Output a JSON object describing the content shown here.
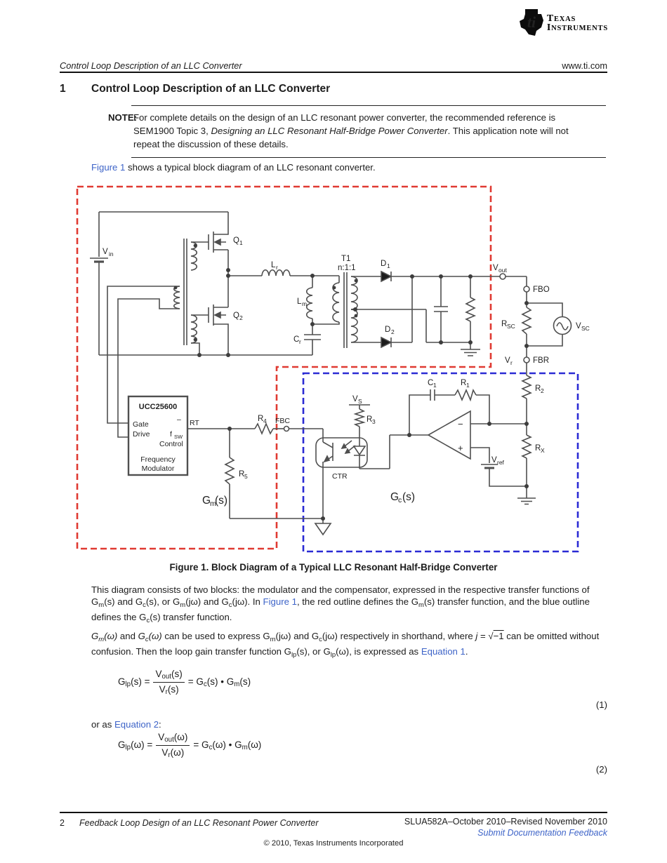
{
  "header": {
    "running_title": "Control Loop Description of an LLC Converter",
    "site": "www.ti.com"
  },
  "logo": {
    "line1": "TEXAS",
    "line2": "INSTRUMENTS",
    "bug": "ti"
  },
  "section": {
    "number": "1",
    "title": "Control Loop Description of an LLC Converter"
  },
  "note": {
    "label": "NOTE:",
    "segs": [
      {
        "t": "For complete details on the design of an LLC resonant power converter, the recommended reference is SEM1900 Topic 3, "
      },
      {
        "t": "Designing an LLC Resonant Half-Bridge Power Converter",
        "s": "i"
      },
      {
        "t": ". This application note will not repeat the discussion of these details."
      }
    ]
  },
  "intro_segs": [
    {
      "t": "Figure 1",
      "s": "link"
    },
    {
      "t": " shows a typical block diagram of an LLC resonant converter."
    }
  ],
  "figure_caption": "Figure 1. Block Diagram of a Typical LLC Resonant Half-Bridge Converter",
  "colors": {
    "red_outline": "#E03A32",
    "blue_outline": "#2B2BD4",
    "wire": "#4F4F4F",
    "link": "#3E64C8"
  },
  "circuit": {
    "vin": {
      "m": "V",
      "s": "in"
    },
    "q1": {
      "m": "Q",
      "s": "1"
    },
    "q2": {
      "m": "Q",
      "s": "2"
    },
    "lr": {
      "m": "L",
      "s": "r"
    },
    "lm": {
      "m": "L",
      "s": "m"
    },
    "cr": {
      "m": "C",
      "s": "r"
    },
    "t1": "T1",
    "ratio": "n:1:1",
    "d1": {
      "m": "D",
      "s": "1"
    },
    "d2": {
      "m": "D",
      "s": "2"
    },
    "vout": {
      "m": "V",
      "s": "out"
    },
    "fbo": "FBO",
    "rsc": {
      "m": "R",
      "s": "SC"
    },
    "vsc": {
      "m": "V",
      "s": "SC"
    },
    "fbr": "FBR",
    "vr": {
      "m": "V",
      "s": "r"
    },
    "r2": {
      "m": "R",
      "s": "2"
    },
    "rx": {
      "m": "R",
      "s": "X"
    },
    "c1": {
      "m": "C",
      "s": "1"
    },
    "r1": {
      "m": "R",
      "s": "1"
    },
    "vs": {
      "m": "V",
      "s": "S"
    },
    "r3": {
      "m": "R",
      "s": "3"
    },
    "vref": {
      "m": "V",
      "s": "ref"
    },
    "ctr": "CTR",
    "rt": "RT",
    "r4": {
      "m": "R",
      "s": "4"
    },
    "fbc": "FBC",
    "r5": {
      "m": "R",
      "s": "5"
    },
    "gm": {
      "m": "G",
      "s": "m",
      "t": "(s)"
    },
    "gc": {
      "m": "G",
      "s": "c",
      "t": "(s)"
    },
    "opamp_minus": "−",
    "opamp_plus": "+",
    "ucc": {
      "title": "UCC25600",
      "l1": "Gate",
      "l2": "Drive",
      "r0": "–",
      "r1m": "f",
      "r1s": "SW",
      "r2": "Control",
      "b1": "Frequency",
      "b2": "Modulator"
    }
  },
  "para1_segs": [
    {
      "t": "This diagram consists of two blocks: the modulator and the compensator, expressed in the respective transfer functions of G"
    },
    {
      "t": "m",
      "s": "sub"
    },
    {
      "t": "(s) and G"
    },
    {
      "t": "c",
      "s": "sub"
    },
    {
      "t": "(s), or G"
    },
    {
      "t": "m",
      "s": "sub"
    },
    {
      "t": "(jω) and G"
    },
    {
      "t": "c",
      "s": "sub"
    },
    {
      "t": "(jω). In "
    },
    {
      "t": "Figure 1",
      "s": "link"
    },
    {
      "t": ", the red outline defines the G"
    },
    {
      "t": "m",
      "s": "sub"
    },
    {
      "t": "(s) transfer function, and the blue outline defines the G"
    },
    {
      "t": "c",
      "s": "sub"
    },
    {
      "t": "(s) transfer function."
    }
  ],
  "para2_segs": [
    {
      "t": "G",
      "s": "i"
    },
    {
      "t": "m",
      "s": "isub"
    },
    {
      "t": "(ω)",
      "s": "i"
    },
    {
      "t": " and "
    },
    {
      "t": "G",
      "s": "i"
    },
    {
      "t": "c",
      "s": "isub"
    },
    {
      "t": "(ω)",
      "s": "i"
    },
    {
      "t": " can be used to express G"
    },
    {
      "t": "m",
      "s": "sub"
    },
    {
      "t": "(jω) and G"
    },
    {
      "t": "c",
      "s": "sub"
    },
    {
      "t": "(jω) respectively in shorthand, where "
    },
    {
      "t": "j",
      "s": "i"
    },
    {
      "t": " = √"
    },
    {
      "t": "−1",
      "s": "ol"
    },
    {
      "t": " can be omitted without confusion. Then the loop gain transfer function G"
    },
    {
      "t": "lp",
      "s": "sub"
    },
    {
      "t": "(s), or G"
    },
    {
      "t": "lp",
      "s": "sub"
    },
    {
      "t": "(ω), is expressed as "
    },
    {
      "t": "Equation 1",
      "s": "link"
    },
    {
      "t": "."
    }
  ],
  "eq1": {
    "lhs": [
      {
        "t": "G"
      },
      {
        "t": "lp",
        "s": "sub"
      },
      {
        "t": "(s) ="
      }
    ],
    "num": [
      {
        "t": "V"
      },
      {
        "t": "out",
        "s": "sub"
      },
      {
        "t": "(s)"
      }
    ],
    "den": [
      {
        "t": "V"
      },
      {
        "t": "r",
        "s": "sub"
      },
      {
        "t": "(s)"
      }
    ],
    "rhs": [
      {
        "t": "= G"
      },
      {
        "t": "c",
        "s": "sub"
      },
      {
        "t": "(s) • G"
      },
      {
        "t": "m",
        "s": "sub"
      },
      {
        "t": "(s)"
      }
    ],
    "number": "(1)"
  },
  "oras_segs": [
    {
      "t": "or as "
    },
    {
      "t": "Equation 2",
      "s": "link"
    },
    {
      "t": ":"
    }
  ],
  "eq2": {
    "lhs": [
      {
        "t": "G"
      },
      {
        "t": "lp",
        "s": "sub"
      },
      {
        "t": "(ω) ="
      }
    ],
    "num": [
      {
        "t": "V"
      },
      {
        "t": "out",
        "s": "sub"
      },
      {
        "t": "(ω)"
      }
    ],
    "den": [
      {
        "t": "V"
      },
      {
        "t": "r",
        "s": "sub"
      },
      {
        "t": "(ω)"
      }
    ],
    "rhs": [
      {
        "t": "= G"
      },
      {
        "t": "c",
        "s": "sub"
      },
      {
        "t": "(ω) • G"
      },
      {
        "t": "m",
        "s": "sub"
      },
      {
        "t": "(ω)"
      }
    ],
    "number": "(2)"
  },
  "footer": {
    "page_number": "2",
    "title": "Feedback Loop Design of an LLC Resonant Power Converter",
    "doc_id": "SLUA582A–October 2010–Revised November 2010",
    "feedback_link": "Submit Documentation Feedback",
    "copyright": "© 2010, Texas Instruments Incorporated"
  }
}
